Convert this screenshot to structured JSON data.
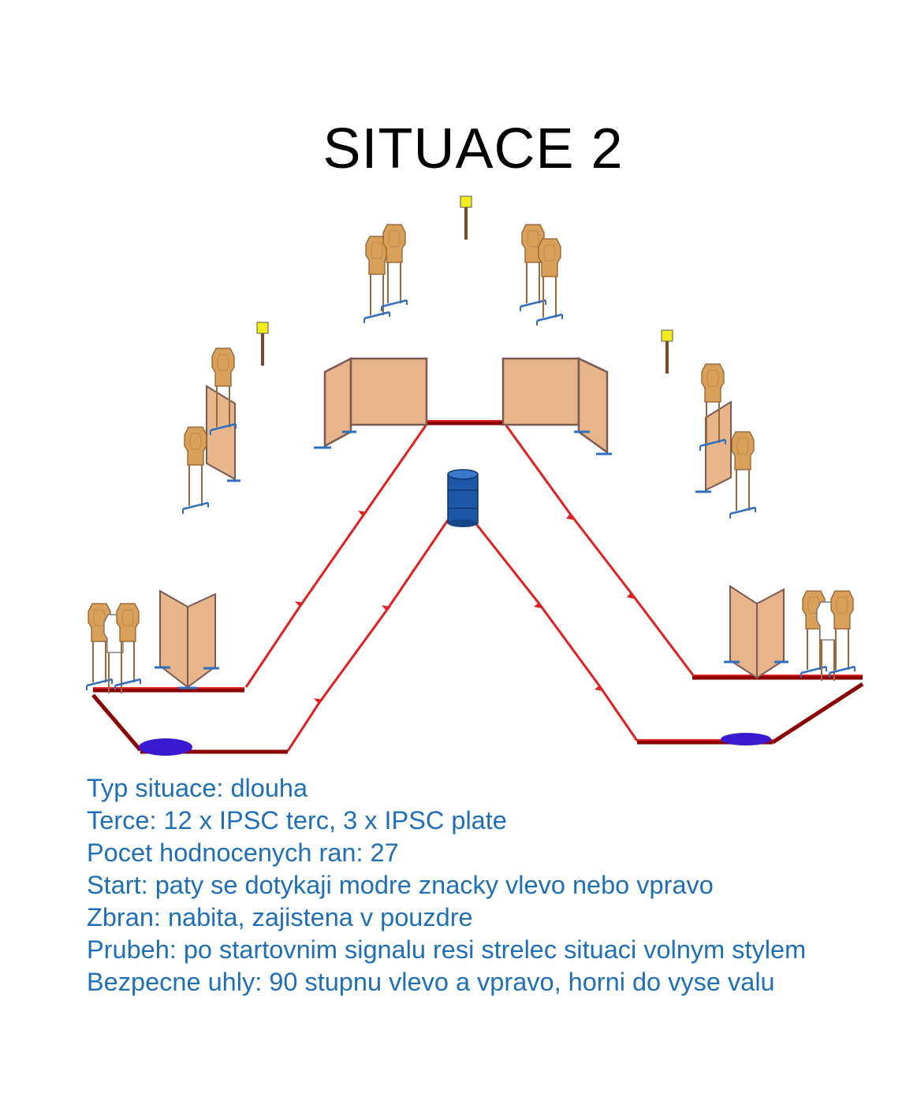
{
  "title": "SITUACE 2",
  "info_lines": [
    "Typ situace: dlouha",
    "Terce: 12 x IPSC terc, 3 x IPSC plate",
    "Pocet hodnocenych ran: 27",
    "Start: paty se dotykaji modre znacky vlevo nebo vpravo",
    "Zbran: nabita, zajistena v pouzdre",
    "Prubeh: po startovnim signalu resi strelec situaci volnym stylem",
    "Bezpecne uhly: 90 stupnu vlevo a vpravo, horni do vyse valu"
  ],
  "icons": {
    "target": "ipsc-target-icon",
    "plate": "ipsc-plate-icon",
    "wall": "barricade-wall-icon",
    "barrel": "barrel-icon",
    "start": "start-mark-icon"
  },
  "colors": {
    "path": "#e02020",
    "fault_line": "#8b0000",
    "wall_fill": "#e8b48a",
    "wall_edge": "#7a5a55",
    "target_fill": "#d9a05a",
    "stand": "#2f6fc0",
    "plate_yellow": "#f3ee1b",
    "barrel": "#1e56a8",
    "start_mark": "#3a1ad0",
    "info_text": "#1f6fb8"
  }
}
